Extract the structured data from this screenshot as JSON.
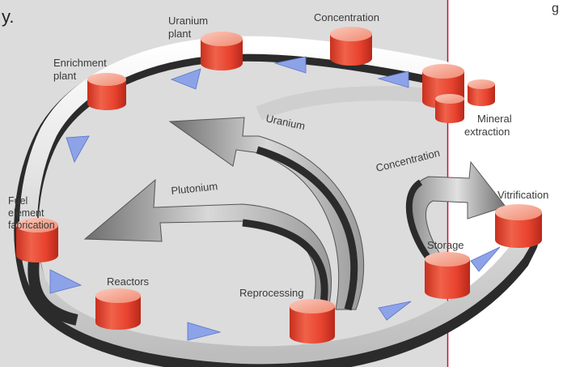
{
  "fragment_text": "y.",
  "fragment_right": "g",
  "colors": {
    "panel_bg": "#dcdcdc",
    "panel_border": "#c8102e",
    "node_red": "#e8432f",
    "node_light": "#f6a38f",
    "arrow_blue": "#8da3e8",
    "track_light": "#f2f2f2",
    "track_dark": "#2b2b2b"
  },
  "nodes": {
    "uranium_plant": [
      "Uranium",
      "plant"
    ],
    "concentration": "Concentration",
    "enrichment_plant": [
      "Enrichment",
      "plant"
    ],
    "mineral_extraction": [
      "Mineral",
      "extraction"
    ],
    "fuel_element_fabrication": [
      "Fuel",
      "element",
      "fabrication"
    ],
    "reactors": "Reactors",
    "reprocessing": "Reprocessing",
    "storage": "Storage",
    "vitrification": "Vitrification"
  },
  "flows": {
    "uranium": "Uranium",
    "plutonium": "Plutonium",
    "concentration": "Concentration"
  }
}
